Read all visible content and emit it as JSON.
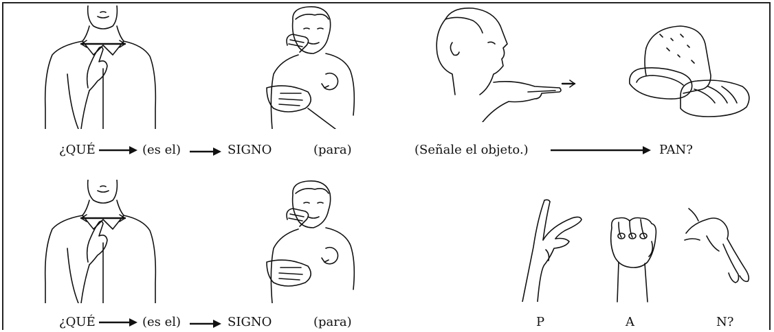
{
  "row1": {
    "que": "¿QUÉ",
    "es_el": "(es el)",
    "signo": "SIGNO",
    "para": "(para)",
    "point": "(Señale el objeto.)",
    "pan": "PAN?"
  },
  "row2": {
    "que": "¿QUÉ",
    "es_el": "(es el)",
    "signo": "SIGNO",
    "para": "(para)",
    "letter_p": "P",
    "letter_a": "A",
    "letter_n": "N?"
  }
}
